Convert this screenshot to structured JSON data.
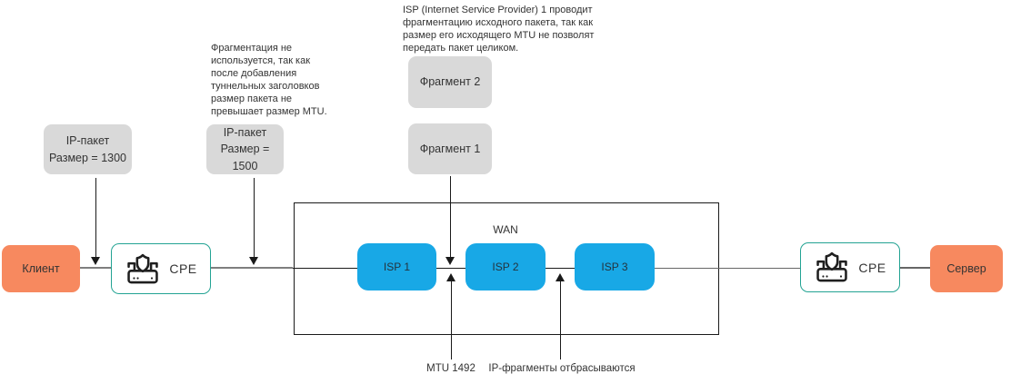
{
  "annotations": {
    "isp_fragmentation": "ISP (Internet Service Provider) 1 проводит\nфрагментацию исходного пакета, так как\nразмер его исходящего MTU не позволят\nпередать пакет целиком.",
    "no_fragmentation": "Фрагментация не\nиспользуется, так как\nпосле добавления\nтуннельных заголовков\nразмер пакета не\nпревышает размер MTU.",
    "mtu_label": "MTU 1492",
    "fragments_dropped_label": "IP-фрагменты отбрасываются"
  },
  "packets": {
    "ip_packet_1300": "IP-пакет\nРазмер = 1300",
    "ip_packet_1500": "IP-пакет\nРазмер = 1500",
    "fragment_2": "Фрагмент 2",
    "fragment_1": "Фрагмент 1"
  },
  "nodes": {
    "client": "Клиент",
    "cpe_left": "CPE",
    "isp_1": "ISP 1",
    "isp_2": "ISP 2",
    "isp_3": "ISP 3",
    "wan": "WAN",
    "cpe_right": "CPE",
    "server": "Сервер"
  },
  "colors": {
    "orange": "#F7895F",
    "blue": "#18A8E6",
    "gray": "#D9D9D9",
    "teal": "#23A393",
    "line_gray": "#7F7F7F",
    "line_black": "#1A1A1A",
    "text": "#333333"
  }
}
